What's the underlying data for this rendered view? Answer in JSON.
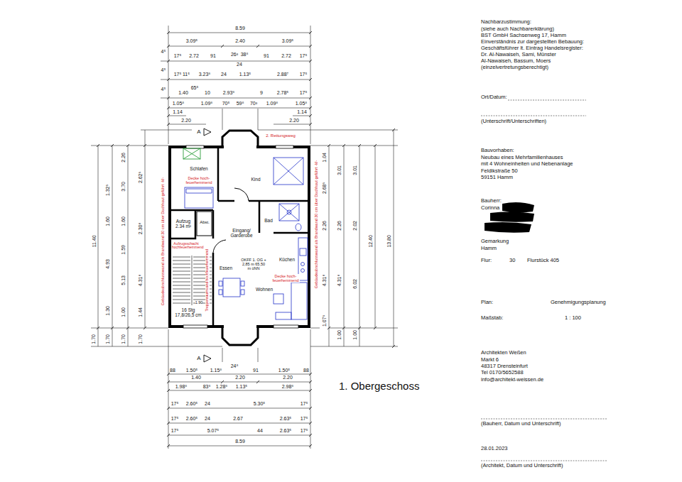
{
  "diagram": {
    "title": "1. Obergeschoss",
    "nodes": [
      {
        "text": [
          "Schlafen"
        ]
      },
      {
        "text": [
          "Kind"
        ]
      },
      {
        "text": [
          "Aufzug",
          "2.34 m²"
        ]
      },
      {
        "text": [
          "Abst."
        ]
      },
      {
        "text": [
          "Eingang/ Garderobe"
        ]
      },
      {
        "text": [
          "Bad"
        ]
      },
      {
        "text": [
          "Küchen"
        ]
      },
      {
        "text": [
          "Essen"
        ]
      },
      {
        "text": [
          "Wohnen"
        ]
      },
      {
        "text": [
          "16 Stg 17,8/26,5 cm"
        ]
      }
    ],
    "labels": [
      "8.59",
      "3.09⁵",
      "2.40",
      "3.09⁵",
      "4⁵",
      "17⁵",
      "2.72",
      "91",
      "26³",
      "38⁸",
      "24",
      "91",
      "2.72",
      "17⁵",
      "4⁵",
      "17⁵",
      "11⁵",
      "3.23⁸",
      "24",
      "1.13⁵",
      "2.88⁷",
      "17⁵",
      "4⁵",
      "1.40",
      "65⁵",
      "10",
      "2.93⁸",
      "9",
      "2.78⁵",
      "17⁵",
      "1.05⁸",
      "1.09⁸",
      "70⁵",
      "59⁸",
      "70³",
      "1.09⁸",
      "1.05⁸",
      "1.14",
      "2.20",
      "1.14",
      "2.20",
      "88",
      "1.50⁵",
      "1.15⁸",
      "24⁸",
      "91",
      "1.50⁵",
      "88",
      "1.40",
      "2.20",
      "2.20",
      "1.98⁸",
      "83⁸",
      "1.28⁸",
      "1.13⁵",
      "2.98⁸",
      "17⁵",
      "2.60⁵",
      "24",
      "5.30⁵",
      "17⁵",
      "17⁵",
      "2.60⁵",
      "24",
      "2.67",
      "2.63⁵",
      "17⁵",
      "17⁵",
      "5.07⁵",
      "44",
      "2.63⁵",
      "17⁵",
      "8.59",
      "11.40",
      "1.70",
      "1.32⁵",
      "1.60",
      "4.93",
      "1.30",
      "1.70",
      "2.26",
      "3.70",
      "1.60",
      "1.59",
      "5.13",
      "1.00",
      "1.70",
      "2.62⁵",
      "2.30⁸",
      "4.31⁸",
      "1.44",
      "1.70",
      "1.04",
      "2.68⁵",
      "2.26",
      "4.31⁸",
      "1.07⁵",
      "3.01",
      "2.26",
      "4.31⁸",
      "1.00",
      "3.01",
      "2.02",
      "6.02",
      "1.00",
      "12.40",
      "13.80",
      "A",
      "A",
      "2. Rettungsweg",
      "Decke hoch-feuerhemmend",
      "Aufzugsschacht hochfeuerhemmend",
      "Treppenraumwand hochfeuerhemmend",
      "OKFF 1. OG + 2,85 m 65,50 m üNN",
      "Decke hoch-feuerhemmend",
      "1.90",
      "Gebäudeabschlusswand als Brandwand 30 cm über Dachhaut geführt -M-",
      "Gebäudeabschlusswand als Brandwand 30 cm über Dachhaut geführt -M-",
      "Nachbarzustimmung:",
      "(siehe auch Nachbarerklärung)",
      "BST GmbH Sachsenweg 17, Hamm",
      "Einverständnis zur dargestellten Bebauung:",
      "Geschäftsführer lt. Eintrag Handelsregister:",
      "Dr. Al-Nawaiseh, Sami, Münster",
      "Al-Nawaiseh, Bassum, Moers",
      "(einzelvertretungsberechtigt)",
      "Ort/Datum:",
      "(Unterschrift/Unterschriften)",
      "Bauvorhaben:",
      "Neubau eines Mehrfamilienhauses",
      "mit 4 Wohneinheiten und Nebenanlage",
      "Feldikstraße 50",
      "59151 Hamm",
      "Bauherr:",
      "Corinna",
      "Gemarkung",
      "Hamm",
      "Flur:",
      "30",
      "Flurstück 405",
      "Plan:",
      "Genehmigungsplanung",
      "Maßstab:",
      "1 : 100",
      "Architekten Weßen",
      "Markt 6",
      "48317 Drensteinfurt",
      "Tel 0170/5652588",
      "info@architekt-weissen.de",
      "(Bauherr, Datum und Unterschrift)",
      "28.01.2023",
      "(Architekt, Datum und Unterschrift)"
    ]
  }
}
